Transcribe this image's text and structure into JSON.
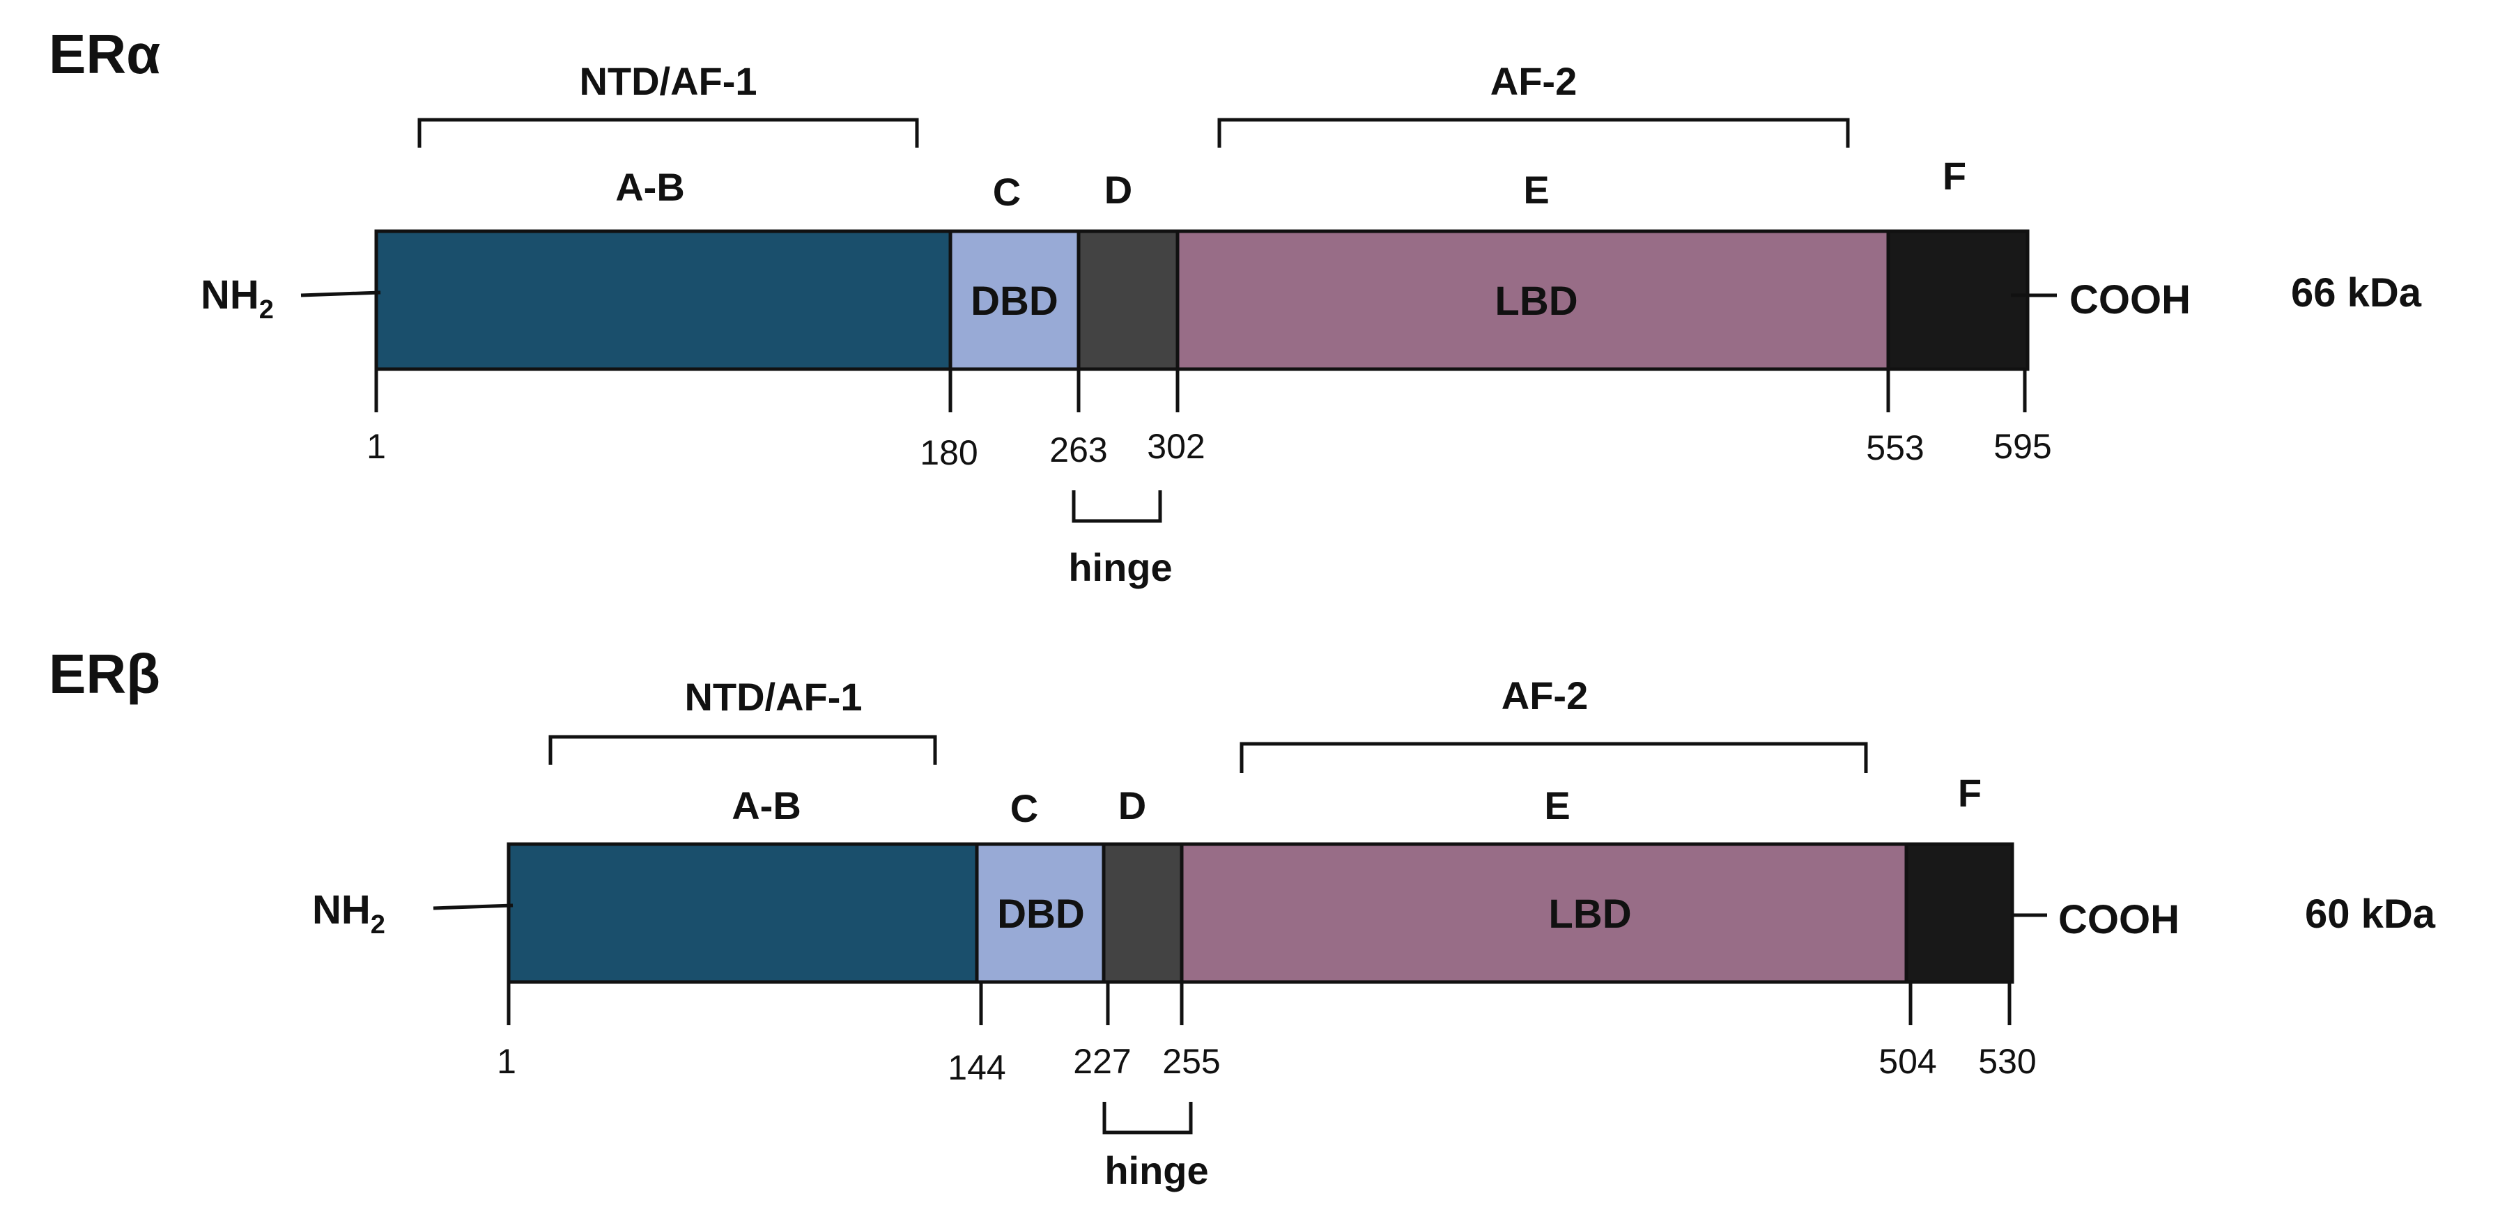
{
  "colors": {
    "ab": "#1a4f6c",
    "dbd": "#98aad6",
    "hinge": "#434343",
    "lbd": "#986d87",
    "f": "#181818",
    "line": "#111111"
  },
  "proteins": [
    {
      "name": "ERα",
      "mass": "66 kDa",
      "n_term": "NH",
      "n_term_sub": "2",
      "c_term": "COOH",
      "brackets": [
        {
          "label": "NTD/AF-1",
          "from": 8,
          "to": 170
        },
        {
          "label": "AF-2",
          "from": 314,
          "to": 542
        }
      ],
      "hinge": {
        "label": "hinge"
      },
      "domains": [
        {
          "key": "ab",
          "letter": "A-B",
          "inner": "",
          "start": 1,
          "end": 180
        },
        {
          "key": "dbd",
          "letter": "C",
          "inner": "DBD",
          "start": 180,
          "end": 263
        },
        {
          "key": "hinge",
          "letter": "D",
          "inner": "",
          "start": 263,
          "end": 302
        },
        {
          "key": "lbd",
          "letter": "E",
          "inner": "LBD",
          "start": 302,
          "end": 553
        },
        {
          "key": "f",
          "letter": "F",
          "inner": "",
          "start": 553,
          "end": 595
        }
      ],
      "positions": [
        "1",
        "180",
        "263",
        "302",
        "553",
        "595"
      ]
    },
    {
      "name": "ERβ",
      "mass": "60 kDa",
      "n_term": "NH",
      "n_term_sub": "2",
      "c_term": "COOH",
      "brackets": [
        {
          "label": "NTD/AF-1",
          "from": 12,
          "to": 146
        },
        {
          "label": "AF-2",
          "from": 268,
          "to": 496
        }
      ],
      "hinge": {
        "label": "hinge"
      },
      "domains": [
        {
          "key": "ab",
          "letter": "A-B",
          "inner": "",
          "start": 1,
          "end": 144
        },
        {
          "key": "dbd",
          "letter": "C",
          "inner": "DBD",
          "start": 144,
          "end": 227
        },
        {
          "key": "hinge",
          "letter": "D",
          "inner": "",
          "start": 227,
          "end": 255
        },
        {
          "key": "lbd",
          "letter": "E",
          "inner": "LBD",
          "start": 255,
          "end": 504
        },
        {
          "key": "f",
          "letter": "F",
          "inner": "",
          "start": 504,
          "end": 530
        }
      ],
      "positions": [
        "1",
        "144",
        "227",
        "255",
        "504",
        "530"
      ]
    }
  ]
}
